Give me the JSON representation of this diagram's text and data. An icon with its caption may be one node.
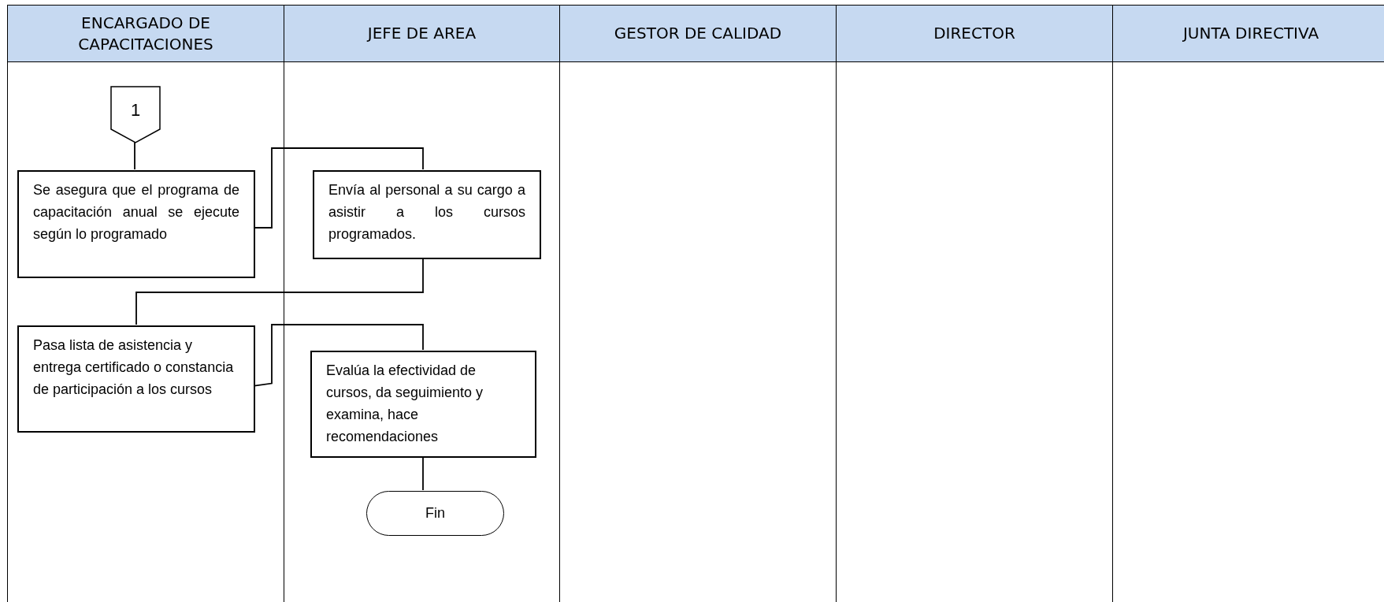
{
  "diagram": {
    "nodes": [
      {
        "text": [
          "ENCARGADO DE CAPACITACIONES"
        ]
      },
      {
        "text": [
          "JEFE DE AREA"
        ]
      },
      {
        "text": [
          "GESTOR DE CALIDAD"
        ]
      },
      {
        "text": [
          "DIRECTOR"
        ]
      },
      {
        "text": [
          "JUNTA DIRECTIVA"
        ]
      },
      {
        "text": [
          "1"
        ],
        "in": 0
      },
      {
        "text": [
          "Se asegura que el programa de capacitación anual se ejecute según lo programado"
        ],
        "in": 0
      },
      {
        "text": [
          "Envía al personal a su cargo a asistir a los cursos programados."
        ],
        "in": 1
      },
      {
        "text": [
          "Pasa lista de asistencia y entrega certificado o constancia de participación a los cursos"
        ],
        "in": 0
      },
      {
        "text": [
          "Evalúa la efectividad de cursos, da seguimiento y examina, hace recomendaciones"
        ],
        "in": 1
      },
      {
        "text": [
          "Fin"
        ],
        "in": 1
      }
    ],
    "edges": [
      {
        "from": 5,
        "to": 6,
        "arrow": "none"
      },
      {
        "from": 6,
        "to": 7,
        "arrow": "none"
      },
      {
        "from": 7,
        "to": 8,
        "arrow": "none"
      },
      {
        "from": 8,
        "to": 9,
        "arrow": "none"
      },
      {
        "from": 9,
        "to": 10,
        "arrow": "none"
      }
    ]
  }
}
